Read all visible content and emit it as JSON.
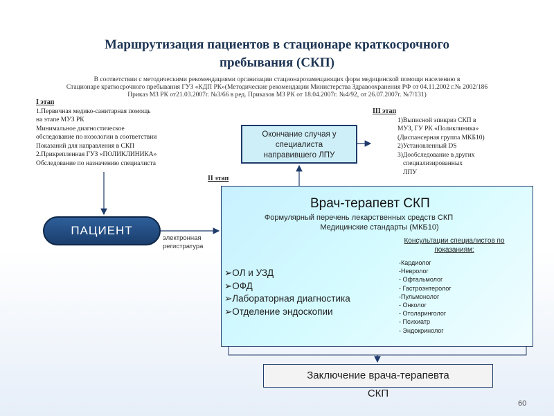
{
  "title": [
    "Маршрутизация пациентов  в стационаре краткосрочного",
    "пребывания (СКП)"
  ],
  "subtitle": [
    "В соответствии с методическими рекомендациями организации стационарозамещающих форм медицинской помощи населению в",
    "Стационаре краткосрочного пребывания ГУЗ «КДП РК»(Методические рекомендации Министерства Здравоохранения РФ от 04.11.2002 г.№ 2002/186",
    "Приказ МЗ РК от21.03.2007г. №3/66 в ред. Приказов МЗ РК от 18.04.2007г. №4/92, от 26.07.2007г. №7/131)"
  ],
  "stage1": {
    "heading": "I этап",
    "lines": [
      "1.Первичная медико-санитарная помощь",
      "на этапе МУЗ РК",
      "Минимальное диагностическое",
      "обследование  по нозологии в соответствии",
      "Показаний для направления в СКП",
      "2.Прикрепленная ГУЗ «ПОЛИКЛИНИКА»",
      "Обследование по назначению специалиста"
    ]
  },
  "stage2": {
    "heading": "II этап"
  },
  "stage3": {
    "heading": "III этап",
    "lines": [
      "1)Выписной эпикриз СКП в",
      "МУЗ, ГУ РК «Поликлиника»",
      "(Диспансерная группа МКБ10)",
      "2)Установленный DS",
      "3)Дообследование в других",
      "специализированных",
      "ЛПУ"
    ]
  },
  "end_box": [
    "Окончание случая у",
    "специалиста",
    "направившего ЛПУ"
  ],
  "main_box": {
    "title": "Врач-терапевт СКП",
    "formulary": [
      "Формулярный перечень лекарственных средств СКП",
      "Медицинские стандарты (МКБ10)"
    ],
    "consult_heading": [
      "Консультации специалистов по",
      "показаниям:"
    ],
    "specialists": [
      "-Кардиолог",
      "-Невролог",
      "- Офтальмолог",
      "- Гастроэнтеролог",
      "-Пульмонолог",
      "- Онколог",
      "- Отоларинголог",
      "- Психиатр",
      "- Эндокринолог"
    ],
    "services": [
      "➢ОЛ и УЗД",
      "➢ОФД",
      "➢Лабораторная диагностика",
      "➢Отделение эндоскопии"
    ]
  },
  "patient": "ПАЦИЕНТ",
  "e_registration": [
    "электронная",
    "регистратура"
  ],
  "conclusion": [
    "Заключение врача-терапевта",
    "СКП"
  ],
  "page_number": "60",
  "colors": {
    "navy": "#1e3a6a",
    "patient_fill": "#1b3e6d",
    "end_box_fill": "#cfeff8",
    "main_box_fill": "#d4fbff"
  }
}
